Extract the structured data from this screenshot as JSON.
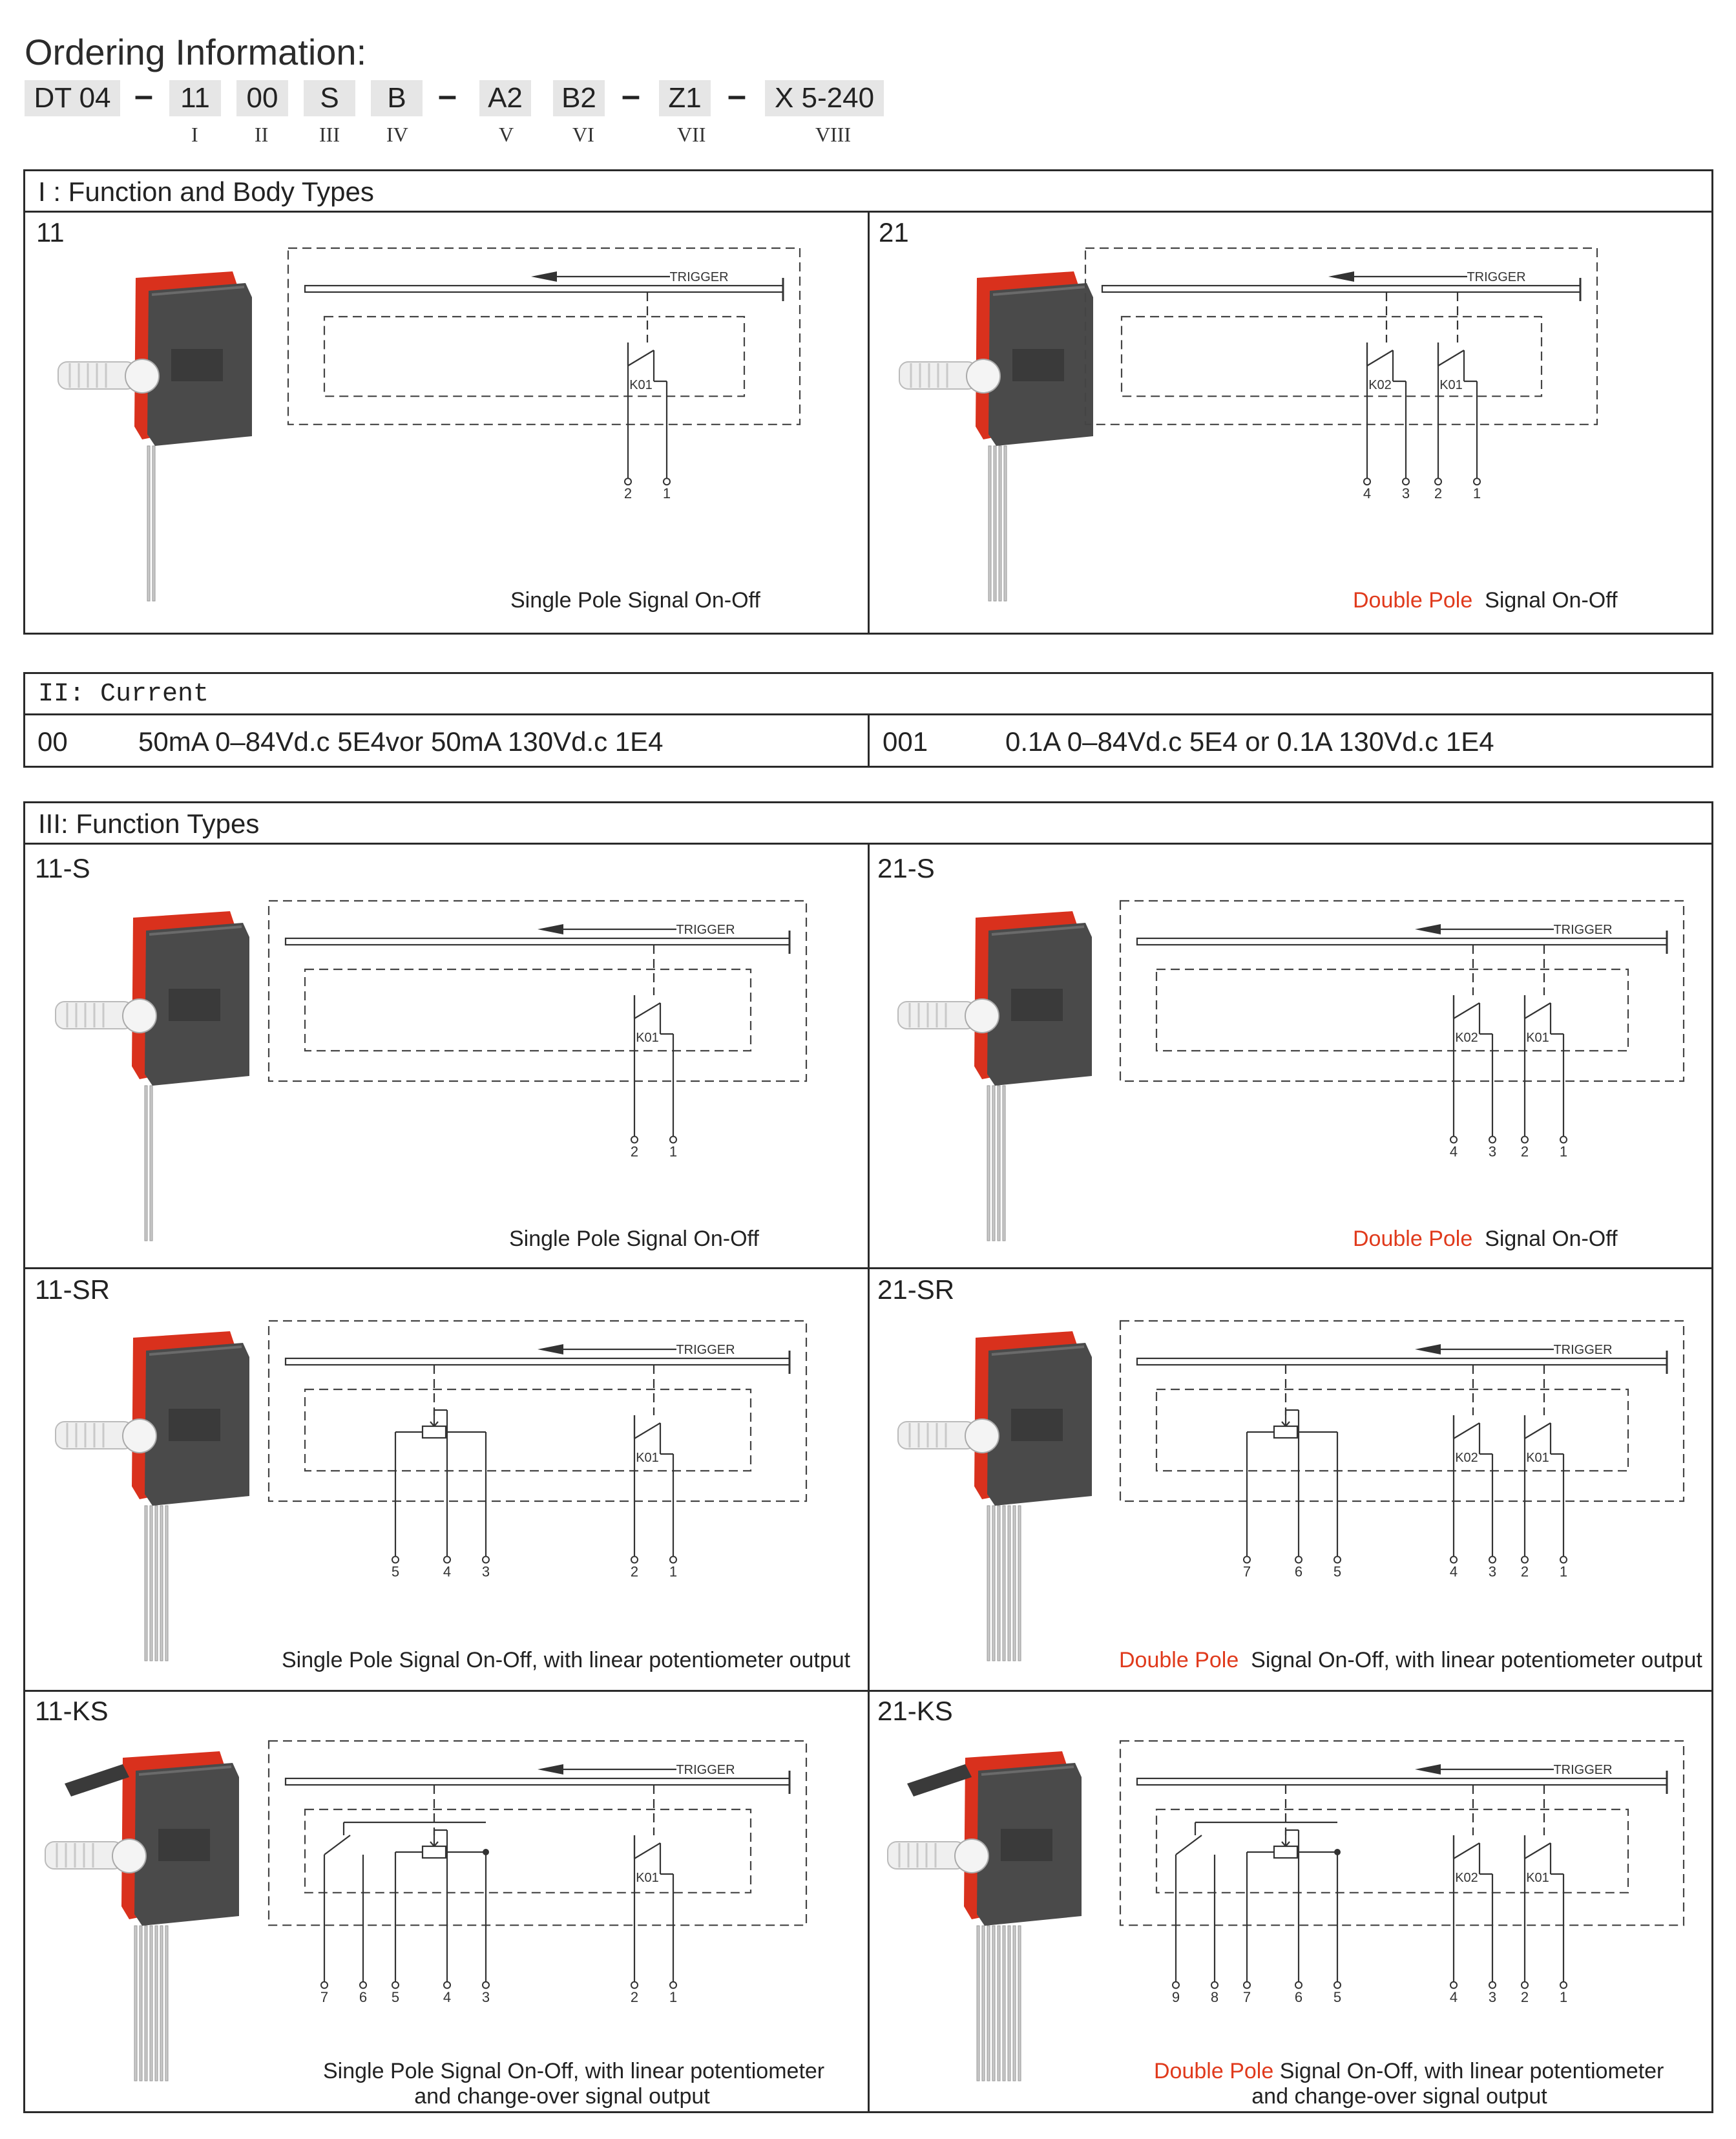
{
  "header": {
    "title": "Ordering Information:",
    "codes": [
      "DT 04",
      "11",
      "00",
      "S",
      "B",
      "A2",
      "B2",
      "Z1",
      "X 5-240"
    ],
    "dashes": [
      "–",
      "–",
      "–",
      "–"
    ],
    "romans": [
      "I",
      "II",
      "III",
      "IV",
      "V",
      "VI",
      "VII",
      "VIII"
    ]
  },
  "section1": {
    "title": "I : Function and Body Types",
    "cells": [
      {
        "label": "11",
        "caption_red": "",
        "caption": "Single Pole Signal On-Off"
      },
      {
        "label": "21",
        "caption_red": "Double Pole",
        "caption": "Signal On-Off"
      }
    ]
  },
  "section2": {
    "title": "II: Current",
    "left_code": "00",
    "left_spec": "50mA  0–84Vd.c  5E4vor 50mA  130Vd.c  1E4",
    "right_code": "001",
    "right_spec": "0.1A  0–84Vd.c  5E4 or 0.1A  130Vd.c  1E4"
  },
  "section3": {
    "title": "III: Function Types",
    "cells": [
      {
        "label": "11-S",
        "caption_red": "",
        "caption": "Single Pole Signal On-Off",
        "caption2": ""
      },
      {
        "label": "21-S",
        "caption_red": "Double Pole",
        "caption": "Signal On-Off",
        "caption2": ""
      },
      {
        "label": "11-SR",
        "caption_red": "",
        "caption": "Single Pole Signal On-Off,  with linear potentiometer output",
        "caption2": ""
      },
      {
        "label": "21-SR",
        "caption_red": "Double Pole",
        "caption": "Signal On-Off,  with linear potentiometer output",
        "caption2": ""
      },
      {
        "label": "11-KS",
        "caption_red": "",
        "caption": "Single Pole Signal On-Off,  with linear potentiometer",
        "caption2": "and change-over signal output"
      },
      {
        "label": "21-KS",
        "caption_red": "Double Pole",
        "caption": "Signal On-Off,  with linear potentiometer",
        "caption2": "and change-over signal output"
      }
    ]
  },
  "diagram": {
    "trigger": "TRIGGER",
    "k01": "K01",
    "k02": "K02",
    "pins_sp": [
      "2",
      "1"
    ],
    "pins_dp": [
      "4",
      "3",
      "2",
      "1"
    ],
    "pins_sr": [
      "5",
      "4",
      "3",
      "2",
      "1"
    ],
    "pins_dsr": [
      "7",
      "6",
      "5",
      "4",
      "3",
      "2",
      "1"
    ],
    "pins_ks": [
      "7",
      "6",
      "5",
      "4",
      "3",
      "2",
      "1"
    ],
    "pins_dks": [
      "9",
      "8",
      "7",
      "6",
      "5",
      "4",
      "3",
      "2",
      "1"
    ]
  },
  "colors": {
    "accent_red": "#e03a1c",
    "switch_body": "#4a4a4a",
    "switch_red": "#d9311d"
  }
}
